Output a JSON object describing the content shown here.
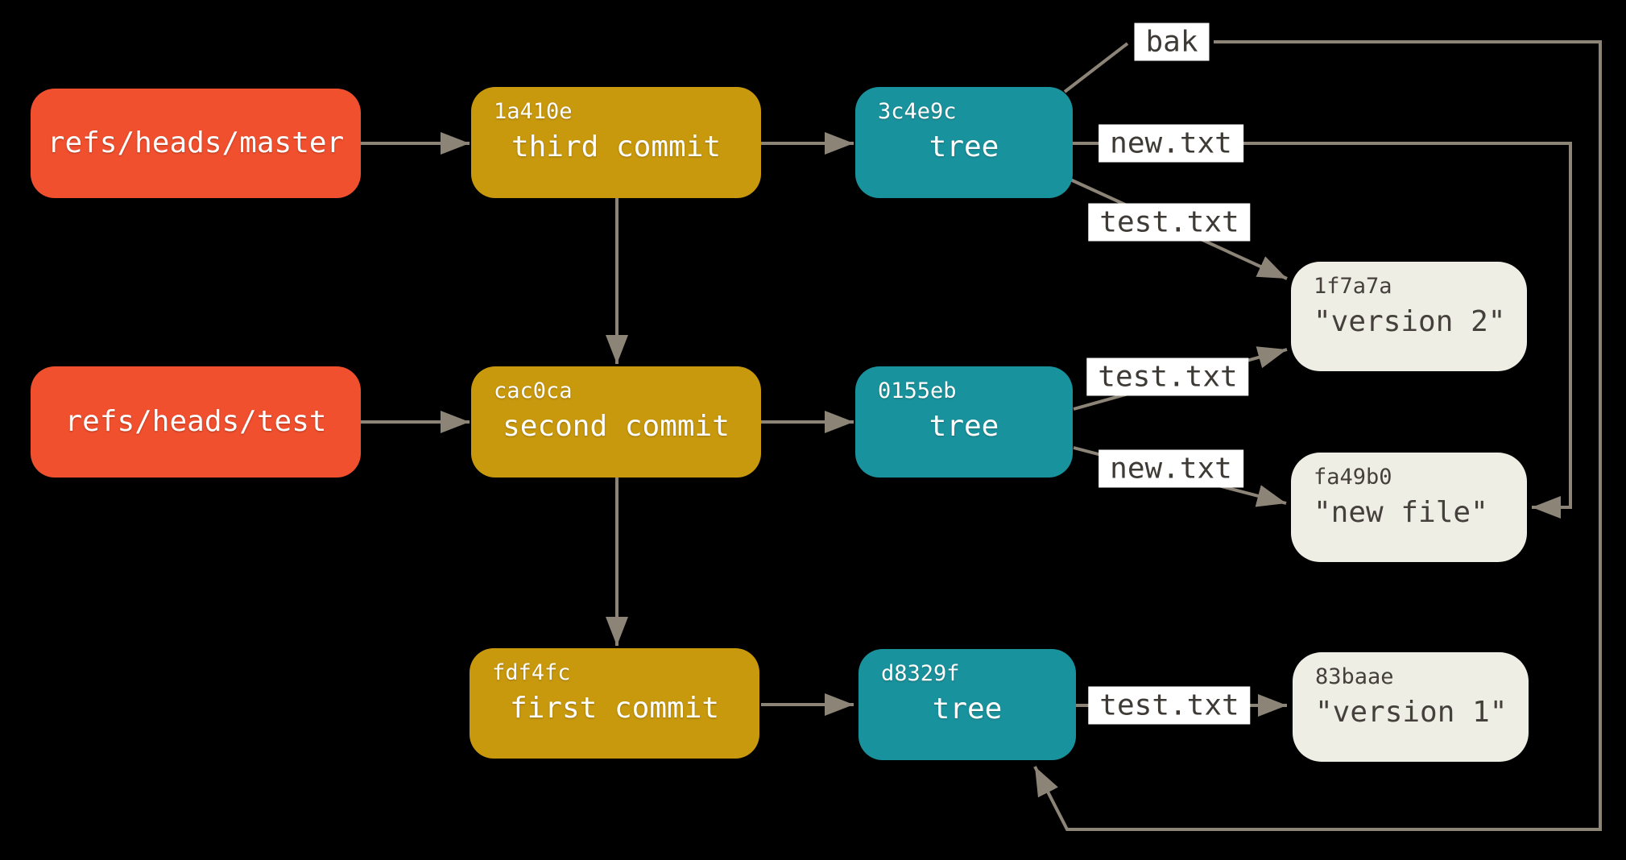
{
  "diagram": {
    "description_colors": {
      "background": "#000000",
      "ref_box": "#F1502F",
      "commit_box": "#C9990D",
      "tree_box": "#18939E",
      "blob_box": "#EFEEE5",
      "arrow_line": "#8D8478",
      "edge_label_bg": "#FFFFFF",
      "edge_label_text": "#3E3A36",
      "box_text": "#FFFFFF"
    },
    "nodes": {
      "ref_master": {
        "label": "refs/heads/master"
      },
      "ref_test": {
        "label": "refs/heads/test"
      },
      "commit_third": {
        "hash": "1a410e",
        "label": "third commit"
      },
      "commit_second": {
        "hash": "cac0ca",
        "label": "second commit"
      },
      "commit_first": {
        "hash": "fdf4fc",
        "label": "first commit"
      },
      "tree_third": {
        "hash": "3c4e9c",
        "label": "tree"
      },
      "tree_second": {
        "hash": "0155eb",
        "label": "tree"
      },
      "tree_first": {
        "hash": "d8329f",
        "label": "tree"
      },
      "blob_version2": {
        "hash": "1f7a7a",
        "label": "\"version 2\""
      },
      "blob_newfile": {
        "hash": "fa49b0",
        "label": "\"new file\""
      },
      "blob_version1": {
        "hash": "83baae",
        "label": "\"version 1\""
      }
    },
    "edge_labels": {
      "bak": "bak",
      "new_txt_top": "new.txt",
      "test_txt_top": "test.txt",
      "test_txt_mid": "test.txt",
      "new_txt_mid": "new.txt",
      "test_txt_bottom": "test.txt"
    }
  }
}
